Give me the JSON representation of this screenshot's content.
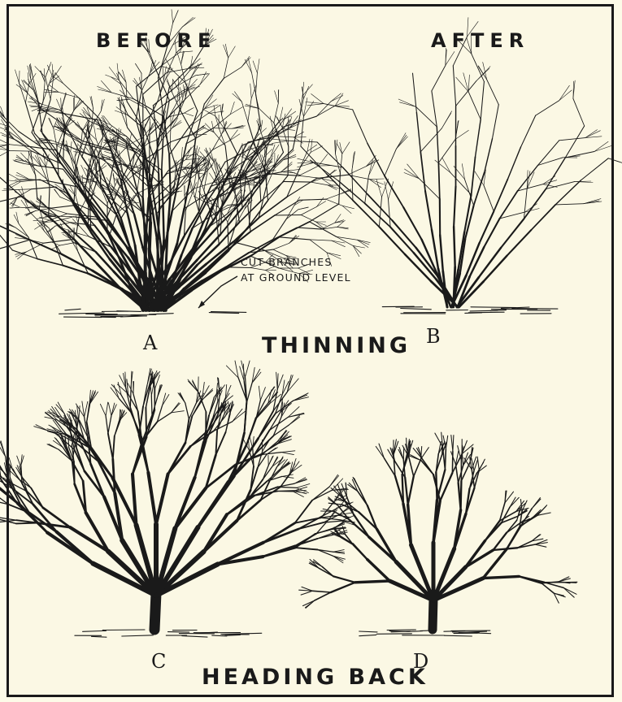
{
  "labels": {
    "before": "BEFORE",
    "after": "AFTER",
    "thinning": "THINNING",
    "heading_back": "HEADING BACK",
    "annotation_line1": "CUT BRANCHES",
    "annotation_line2": "AT GROUND LEVEL"
  },
  "panels": {
    "a": "A",
    "b": "B",
    "c": "C",
    "d": "D"
  },
  "colors": {
    "background": "#fdfbe8",
    "ink": "#1a1a1a"
  },
  "illustrations": [
    "dense-shrub-before-thinning",
    "thinned-shrub-after",
    "tree-before-heading-back",
    "tree-after-heading-back"
  ]
}
